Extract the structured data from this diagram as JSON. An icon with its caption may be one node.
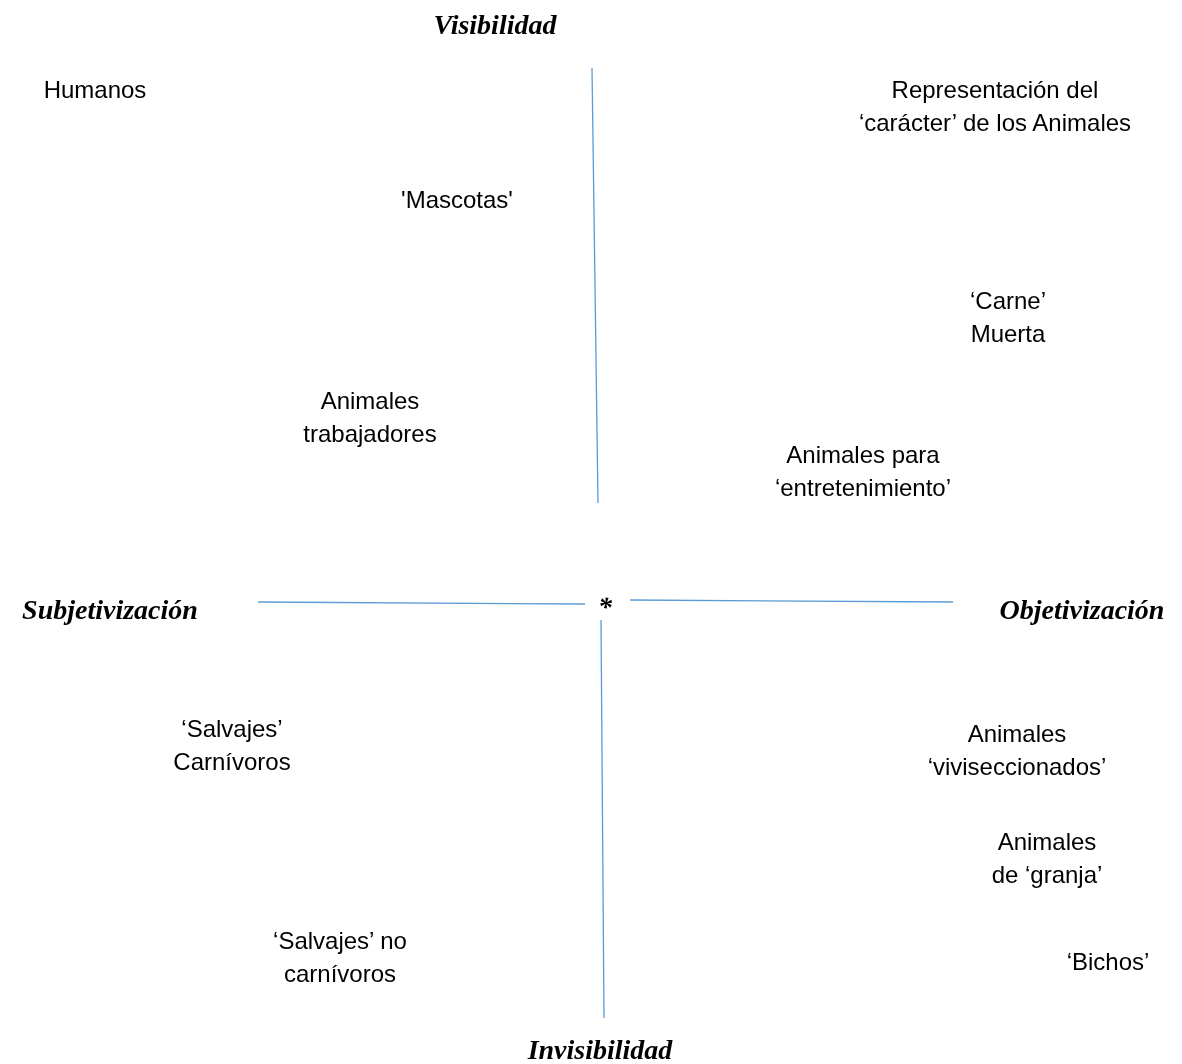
{
  "diagram": {
    "labels": [
      "Visibilidad",
      "Humanos",
      "Representación del ‘carácter’ de los Animales",
      "'Mascotas'",
      "‘Carne’ Muerta",
      "Animales trabajadores",
      "Animales para ‘entretenimiento’",
      "Subjetivización",
      "*",
      "Objetivización",
      "‘Salvajes’ Carnívoros",
      "Animales ‘viviseccionados’",
      "Animales de ‘granja’",
      "‘Salvajes’ no carnívoros",
      "‘Bichos’",
      "Invisibilidad"
    ]
  }
}
